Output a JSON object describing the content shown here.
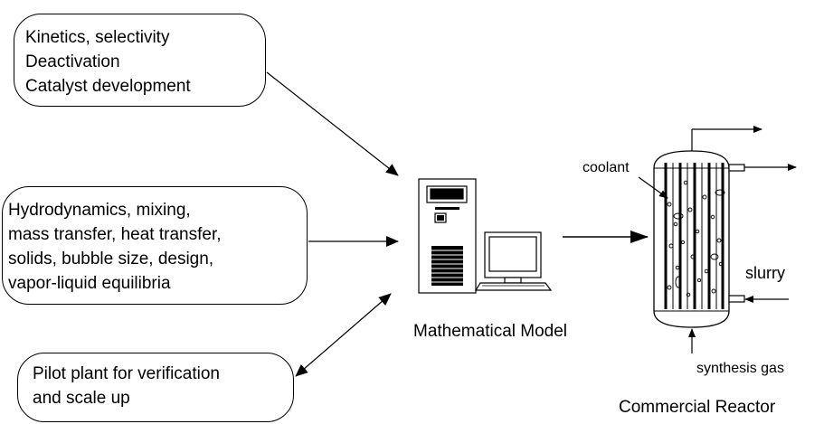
{
  "boxes": {
    "kinetics": {
      "lines": [
        "Kinetics, selectivity",
        "Deactivation",
        "Catalyst development"
      ]
    },
    "hydrodynamics": {
      "lines": [
        "Hydrodynamics, mixing,",
        "mass transfer, heat transfer,",
        "solids, bubble size, design,",
        "vapor-liquid equilibria"
      ]
    },
    "pilot": {
      "lines": [
        "Pilot plant for verification",
        "and scale up"
      ]
    }
  },
  "model": {
    "label": "Mathematical Model",
    "icon": "computer-icon"
  },
  "reactor": {
    "label": "Commercial Reactor",
    "coolant_label": "coolant",
    "slurry_label": "slurry",
    "synthesis_gas_label": "synthesis gas"
  }
}
